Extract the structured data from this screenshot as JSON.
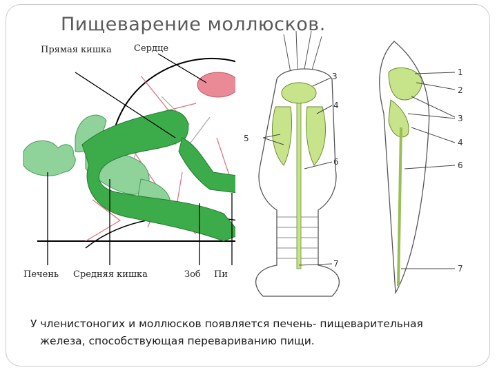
{
  "slide": {
    "title": "Пищеварение моллюсков.",
    "caption_line1": "У членистоногих и моллюсков появляется печень- пищеварительная",
    "caption_line2": "железа, способствующая перевариванию пищи."
  },
  "mollusk_diagram": {
    "labels": {
      "rectum": "Прямая кишка",
      "heart": "Сердце",
      "liver": "Печень",
      "midgut": "Средняя кишка",
      "crop": "Зоб",
      "partial_cut": "Пи"
    },
    "colors": {
      "organ_green": "#3cab4a",
      "liver_green": "#8fd39b",
      "heart_pink": "#e98a96"
    }
  },
  "crustacean_diagram": {
    "numbers": [
      "1",
      "2",
      "3",
      "4",
      "5",
      "6",
      "7"
    ],
    "colors": {
      "gland_green": "#c7e48a",
      "outline": "#555555"
    }
  }
}
